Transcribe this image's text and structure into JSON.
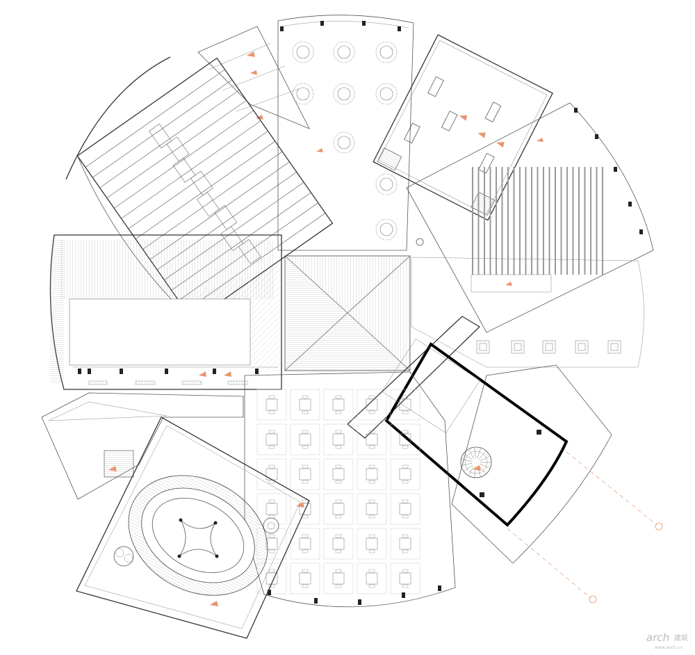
{
  "drawing": {
    "type": "architectural floor plan",
    "layout": "radial / pinwheel arrangement of rotated pavilions",
    "line_color": "#333333",
    "accent_color": "#e8956f",
    "background": "#ffffff"
  },
  "watermark": {
    "logo_text": "arch",
    "sub_text": "www.iarch.cn",
    "cn_text": "建筑"
  }
}
